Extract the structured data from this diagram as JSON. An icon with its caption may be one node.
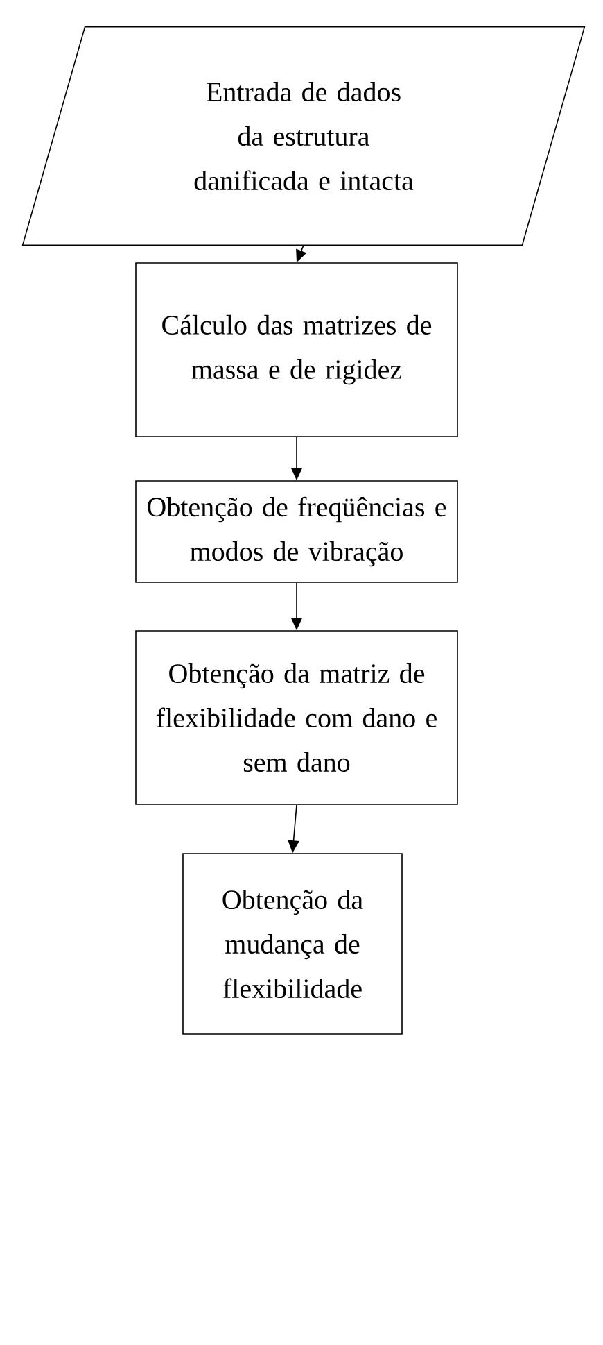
{
  "diagram": {
    "nodes": [
      {
        "text": [
          "Entrada de dados da estrutura danificada e intacta"
        ]
      },
      {
        "text": [
          "Cálculo das matrizes de massa e de rigidez"
        ]
      },
      {
        "text": [
          "Obtenção de freqüências e modos de vibração"
        ]
      },
      {
        "text": [
          "Obtenção da matriz de flexibilidade com dano e sem dano"
        ]
      },
      {
        "text": [
          "Obtenção da mudança de flexibilidade"
        ]
      }
    ],
    "edges": [
      {
        "from": 0,
        "to": 1,
        "arrow": "to"
      },
      {
        "from": 1,
        "to": 2,
        "arrow": "to"
      },
      {
        "from": 2,
        "to": 3,
        "arrow": "to"
      },
      {
        "from": 3,
        "to": 4,
        "arrow": "to"
      }
    ]
  }
}
